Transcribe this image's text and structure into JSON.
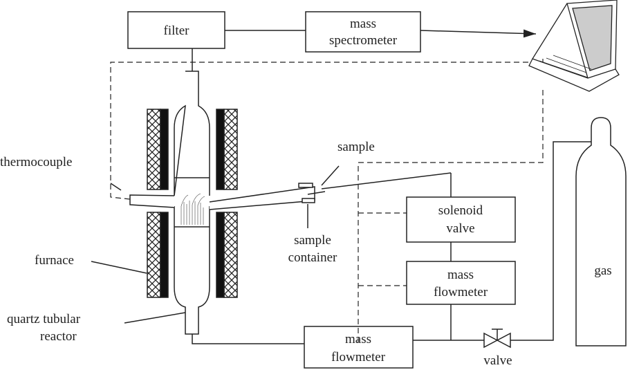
{
  "labels": {
    "filter": "filter",
    "mass_spectrometer": [
      "mass",
      "spectrometer"
    ],
    "thermocouple": "thermocouple",
    "sample": "sample",
    "sample_container": [
      "sample",
      "container"
    ],
    "solenoid_valve": [
      "solenoid",
      "valve"
    ],
    "mass_flowmeter_upper": [
      "mass",
      "flowmeter"
    ],
    "mass_flowmeter_lower": [
      "mass",
      "flowmeter"
    ],
    "furnace": "furnace",
    "quartz_reactor": [
      "quartz tubular",
      "reactor"
    ],
    "gas": "gas",
    "valve": "valve"
  },
  "colors": {
    "line": "#222222",
    "background": "#ffffff"
  }
}
